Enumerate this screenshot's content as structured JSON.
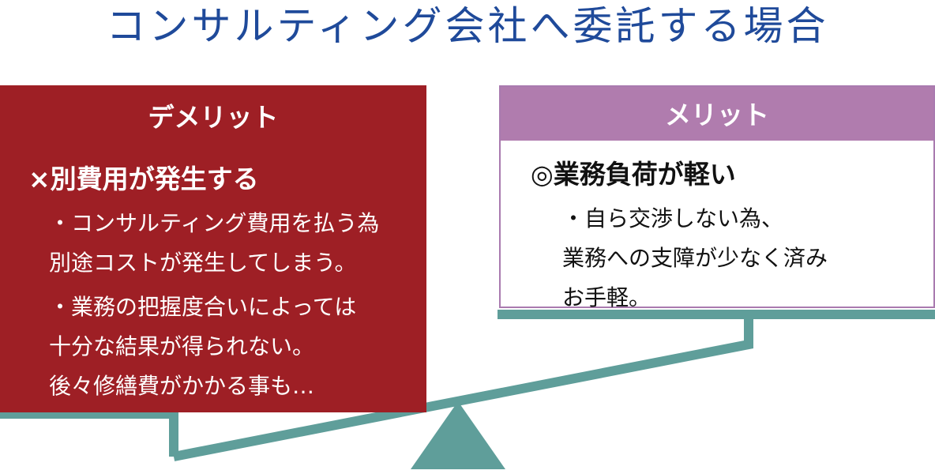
{
  "title": "コンサルティング会社へ委託する場合",
  "demerit": {
    "header": "デメリット",
    "heading": "×別費用が発生する",
    "items": [
      "・コンサルティング費用を払う為\n別途コストが発生してしまう。",
      "・業務の把握度合いによっては\n十分な結果が得られない。\n後々修繕費がかかる事も…"
    ]
  },
  "merit": {
    "header": "メリット",
    "heading": "◎業務負荷が軽い",
    "items": [
      "・自ら交渉しない為、\n業務への支障が少なく済み\nお手軽。"
    ]
  },
  "colors": {
    "title": "#1f4a9a",
    "demerit": "#9e1f25",
    "merit": "#b07cae",
    "scale": "#5f9e9a"
  }
}
